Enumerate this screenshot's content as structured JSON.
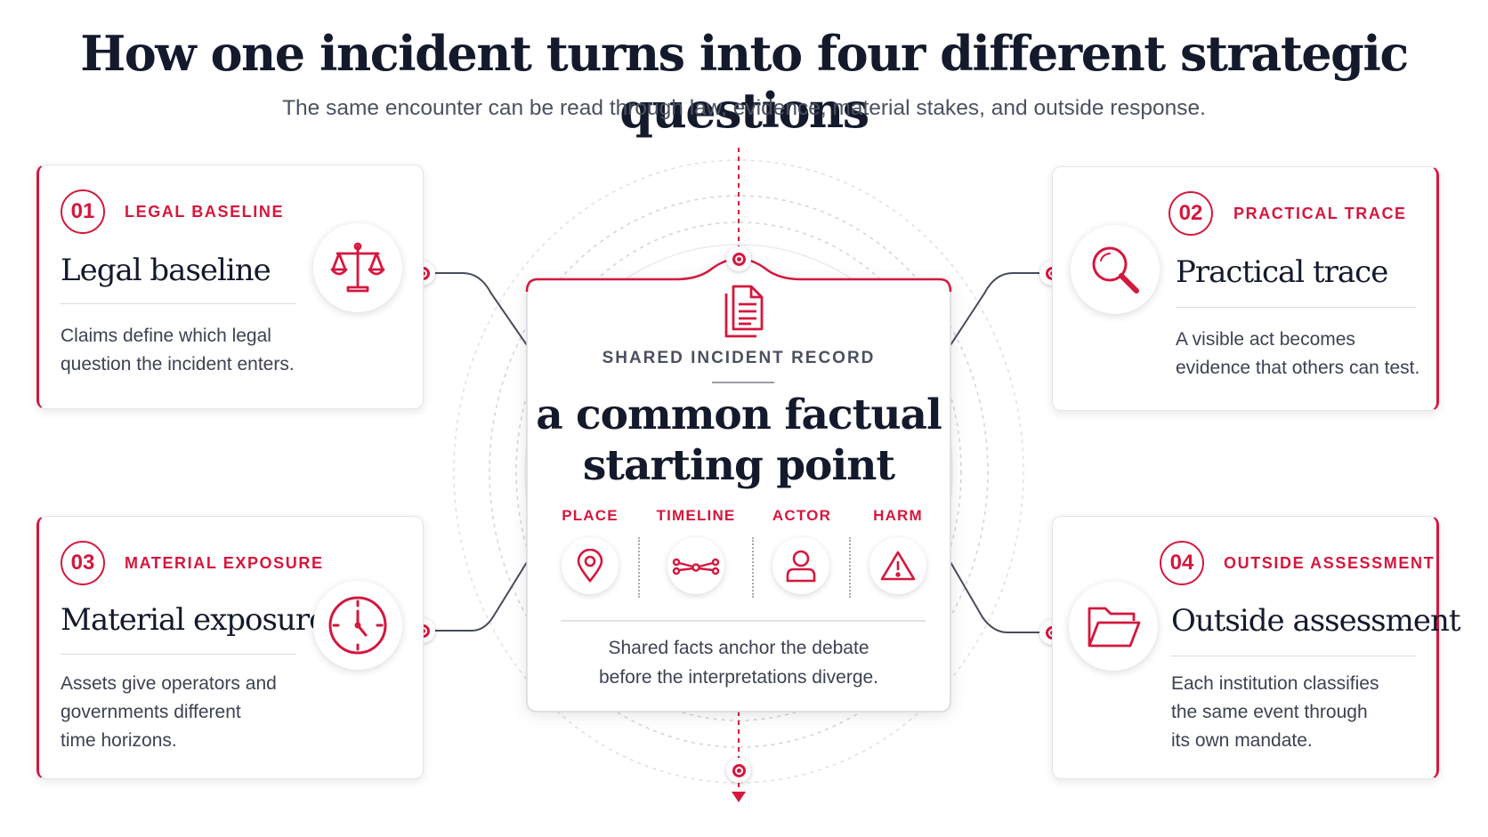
{
  "header": {
    "title": "How one incident turns into four different strategic questions",
    "subtitle": "The same encounter can be read through law, evidence, material stakes, and outside response."
  },
  "colors": {
    "accent": "#d5173d",
    "ink": "#141a2c",
    "muted": "#4b5160"
  },
  "center": {
    "icon": "document-icon",
    "label": "SHARED INCIDENT RECORD",
    "title_line1": "a common factual",
    "title_line2": "starting point",
    "facts": [
      {
        "label": "PLACE",
        "icon": "location-pin-icon"
      },
      {
        "label": "TIMELINE",
        "icon": "timeline-icon"
      },
      {
        "label": "ACTOR",
        "icon": "person-icon"
      },
      {
        "label": "HARM",
        "icon": "warning-icon"
      }
    ],
    "footer_line1": "Shared facts anchor the debate",
    "footer_line2": "before the interpretations diverge."
  },
  "cards": [
    {
      "number": "01",
      "tag": "LEGAL BASELINE",
      "title": "Legal baseline",
      "icon": "scales-icon",
      "lines": [
        "Claims define which legal",
        "question the incident enters."
      ]
    },
    {
      "number": "02",
      "tag": "PRACTICAL TRACE",
      "title": "Practical trace",
      "icon": "magnifier-icon",
      "lines": [
        "A visible act becomes",
        "evidence that others can test."
      ]
    },
    {
      "number": "03",
      "tag": "MATERIAL EXPOSURE",
      "title": "Material exposure",
      "icon": "clock-icon",
      "lines": [
        "Assets give operators and",
        "governments different",
        "time horizons."
      ]
    },
    {
      "number": "04",
      "tag": "OUTSIDE ASSESSMENT",
      "title": "Outside assessment",
      "icon": "folder-icon",
      "lines": [
        "Each institution classifies",
        "the same event through",
        "its own mandate."
      ]
    }
  ]
}
